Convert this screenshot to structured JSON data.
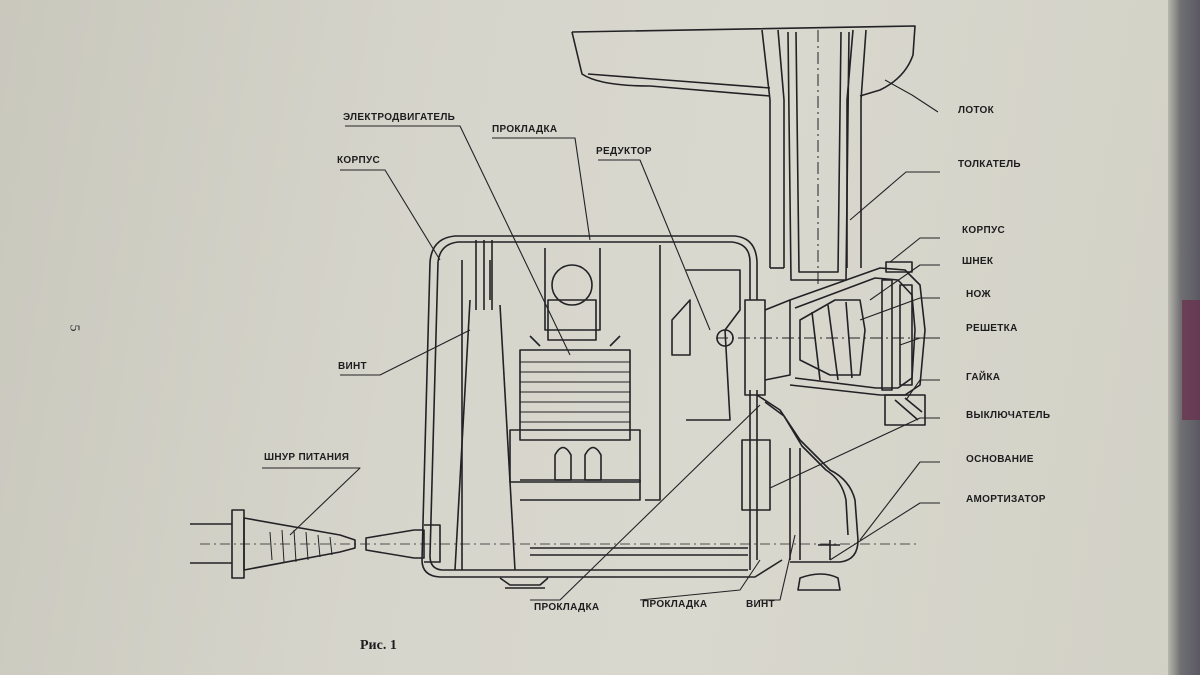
{
  "page": {
    "page_number": "5",
    "caption": "Рис. 1"
  },
  "labels": {
    "lotok": "ЛОТОК",
    "tolkatel": "ТОЛКАТЕЛЬ",
    "korpus_right": "КОРПУС",
    "shnek": "ШНЕК",
    "nozh": "НОЖ",
    "reshetka": "РЕШЕТКА",
    "gaika": "ГАЙКА",
    "vyklyuchatel": "ВЫКЛЮЧАТЕЛЬ",
    "osnovanie": "ОСНОВАНИЕ",
    "amortizator": "АМОРТИЗАТОР",
    "elektrodvigatel": "ЭЛЕКТРОДВИГАТЕЛЬ",
    "prokladka_top": "ПРОКЛАДКА",
    "reduktor": "РЕДУКТОР",
    "korpus_left": "КОРПУС",
    "vint_left": "ВИНТ",
    "shnur_pitaniya": "ШНУР ПИТАНИЯ",
    "prokladka_bottom_left": "ПРОКЛАДКА",
    "prokladka_bottom_mid": "ПРОКЛАДКА",
    "vint_bottom": "ВИНТ"
  }
}
